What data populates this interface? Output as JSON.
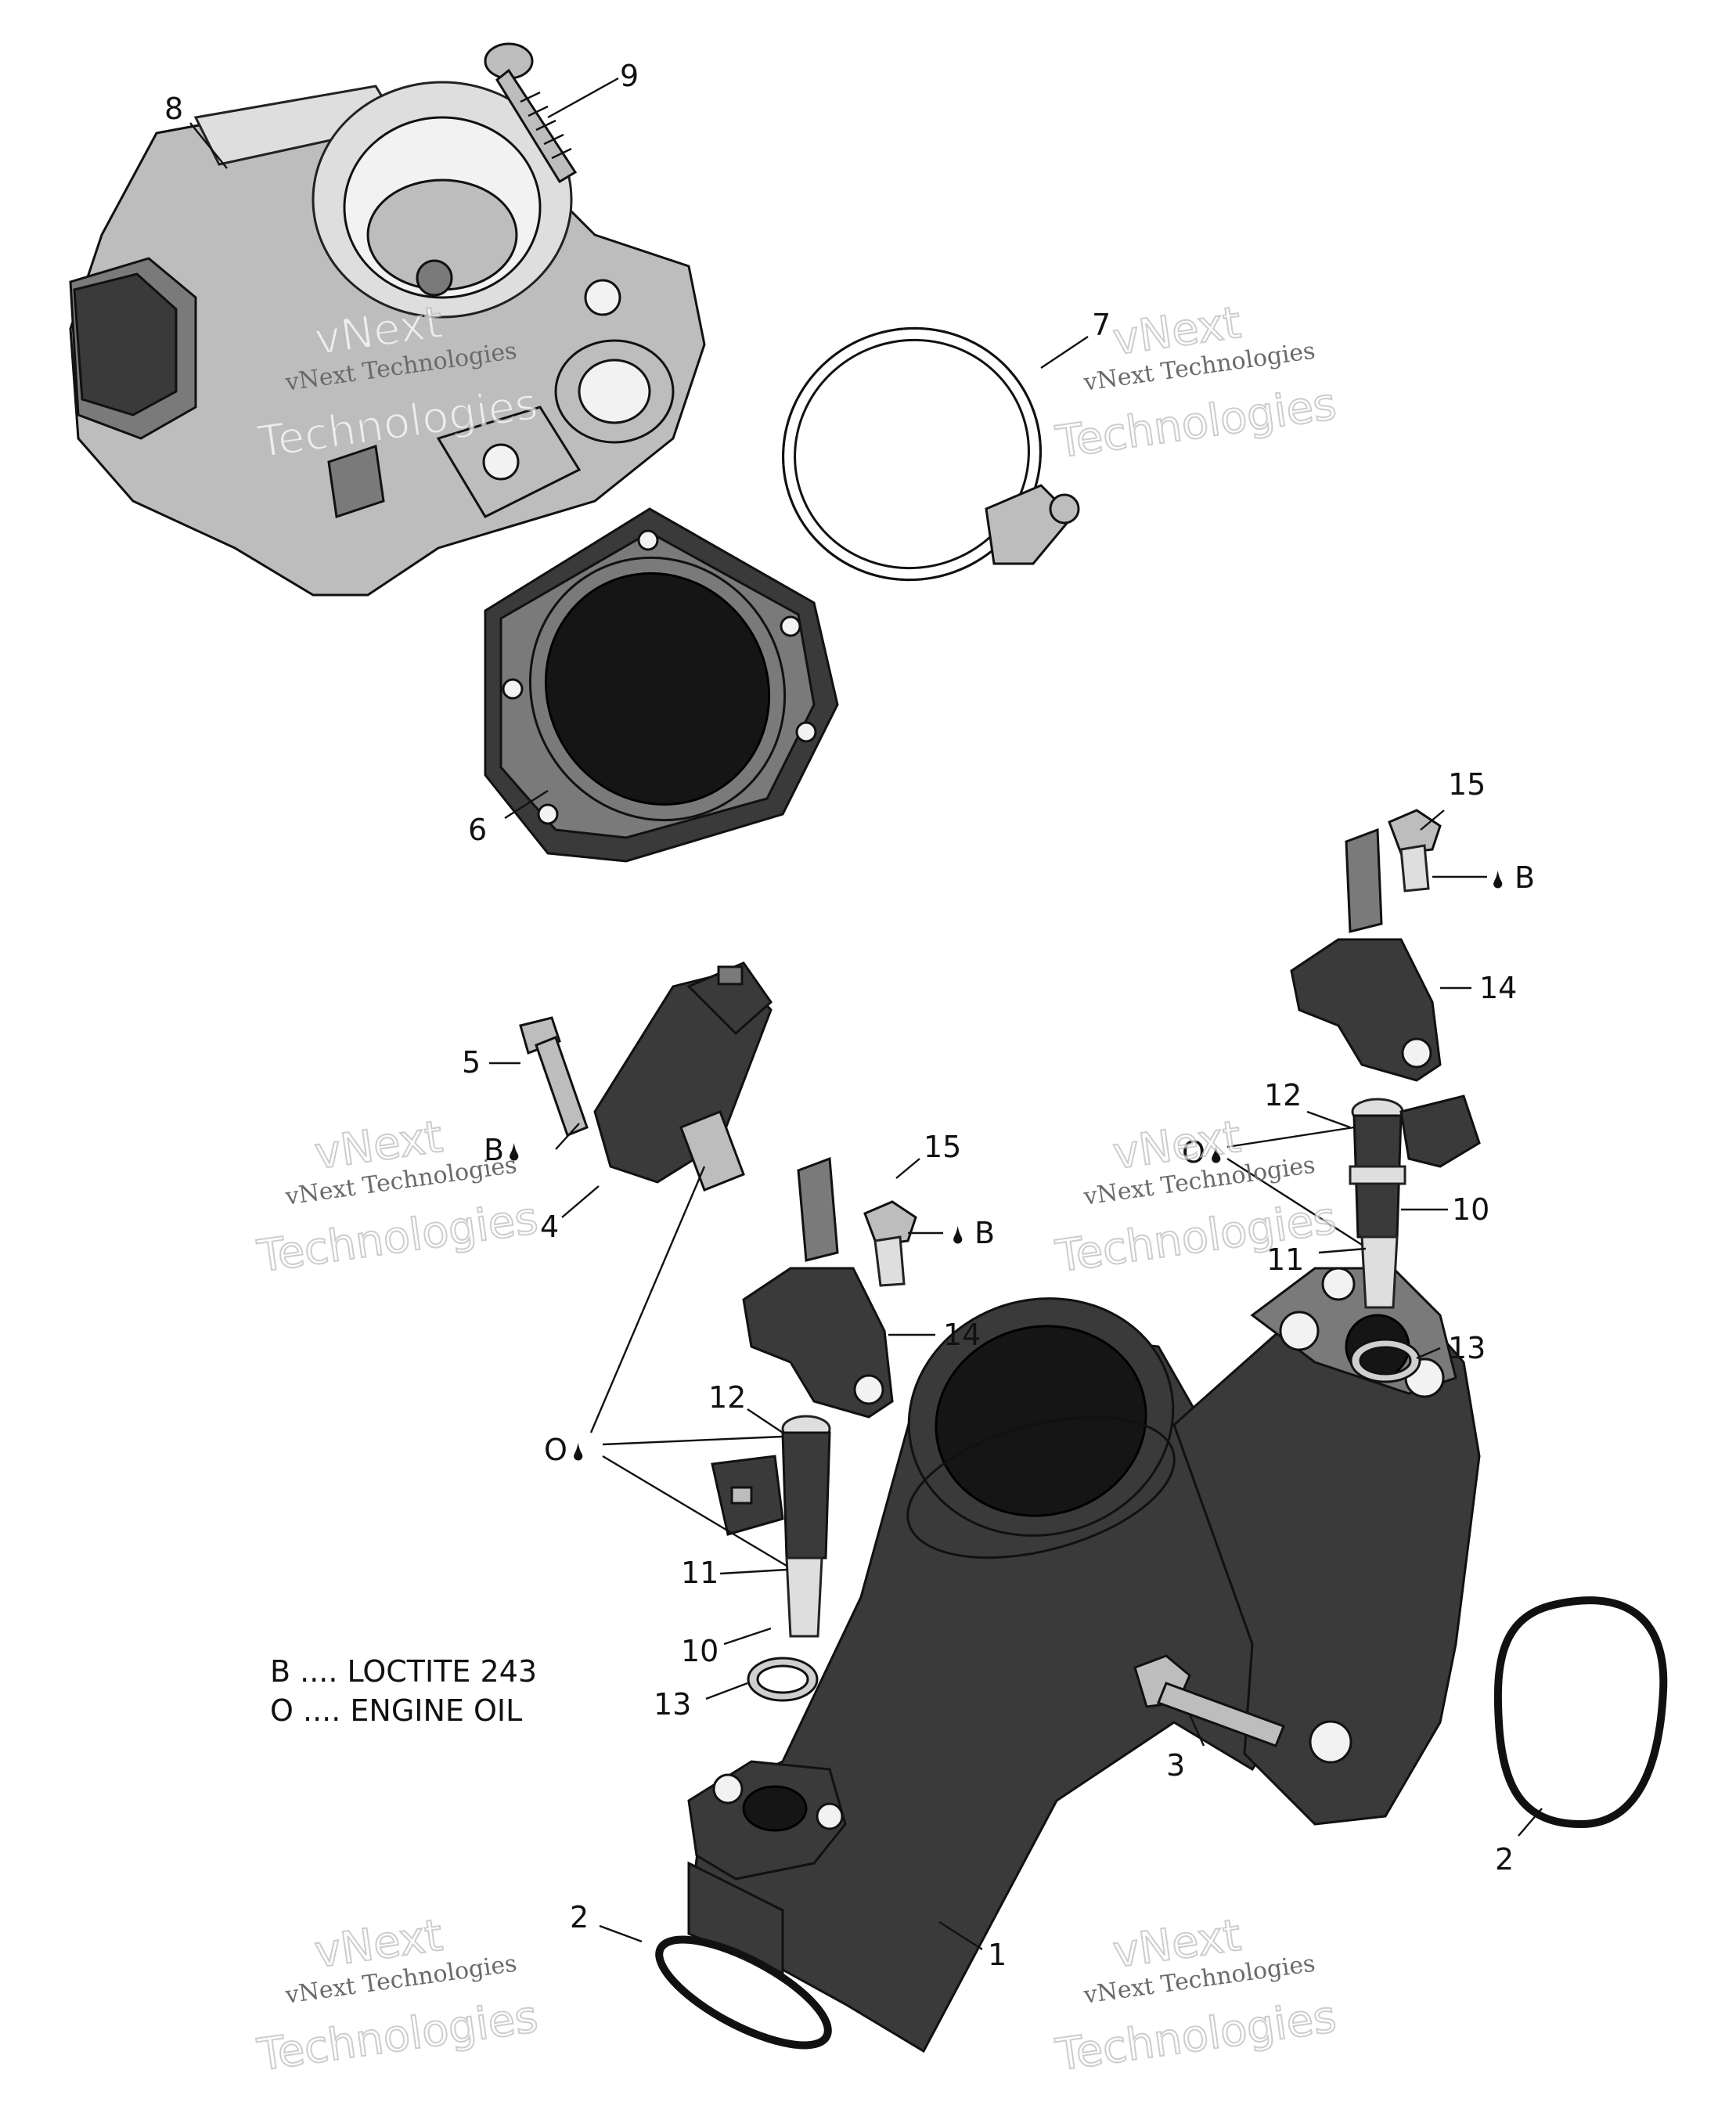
{
  "callouts": {
    "c1": "1",
    "c2a": "2",
    "c2b": "2",
    "c3": "3",
    "c4": "4",
    "c5": "5",
    "c6": "6",
    "c7": "7",
    "c8": "8",
    "c9": "9",
    "c10a": "10",
    "c10b": "10",
    "c11a": "11",
    "c11b": "11",
    "c12a": "12",
    "c12b": "12",
    "c13a": "13",
    "c13b": "13",
    "c14a": "14",
    "c14b": "14",
    "c15a": "15",
    "c15b": "15"
  },
  "markers": {
    "loctite_letter": "B",
    "oil_letter": "O",
    "drop_glyph": "🌢"
  },
  "legend": {
    "line_b": "B .... LOCTITE 243",
    "line_o": "O .... ENGINE OIL"
  },
  "watermark": {
    "brand": "vNext",
    "word": "Technologies",
    "full": "vNext Technologies"
  },
  "colors": {
    "dark_part": "#3a3a3a",
    "light_part": "#bdbdbd",
    "ink": "#111111"
  }
}
